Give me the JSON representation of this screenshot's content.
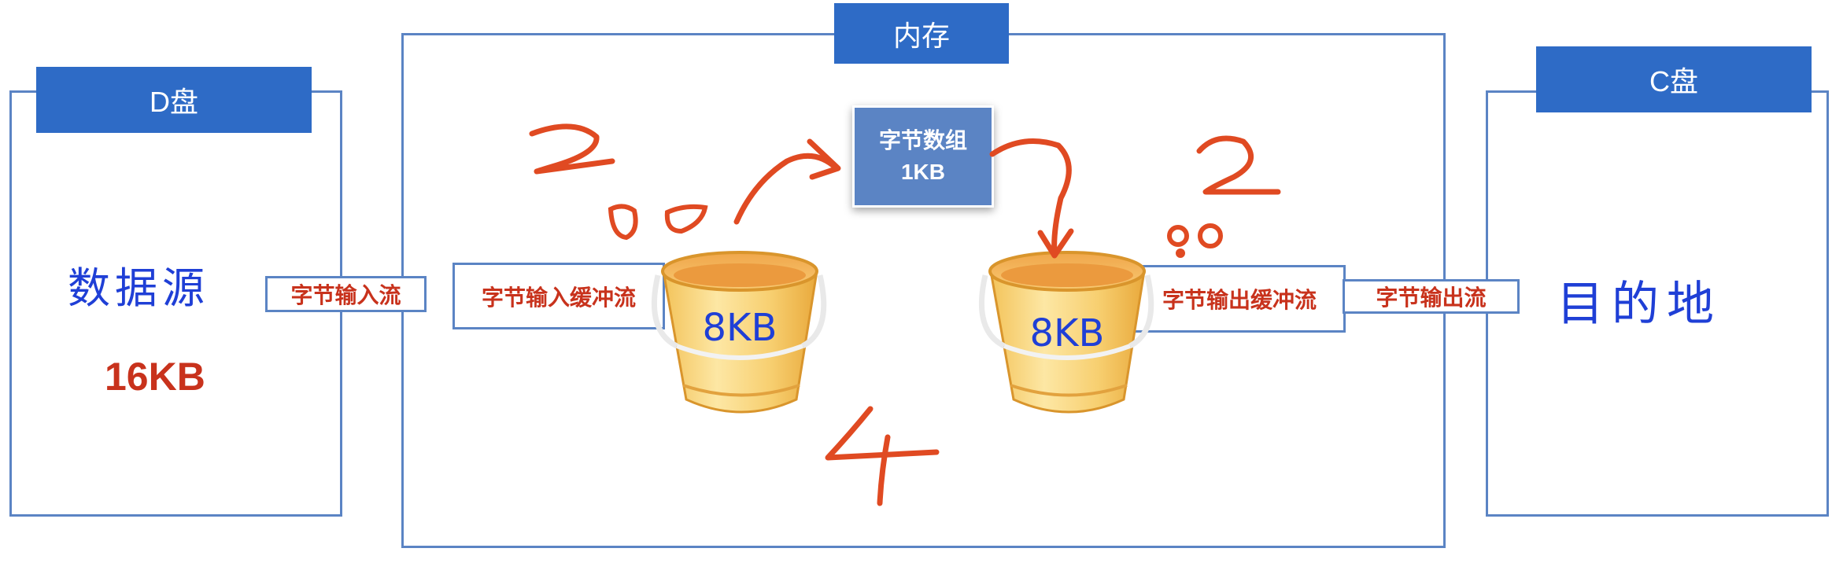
{
  "disk_d": {
    "header": "D盘",
    "source_label": "数据源",
    "size_label": "16KB"
  },
  "memory": {
    "header": "内存",
    "byte_array_line1": "字节数组",
    "byte_array_line2": "1KB"
  },
  "disk_c": {
    "header": "C盘",
    "dest_label": "目的地"
  },
  "streams": {
    "input": "字节输入流",
    "buffered_input": "字节输入缓冲流",
    "buffered_output": "字节输出缓冲流",
    "output": "字节输出流"
  },
  "buckets": {
    "input_capacity": "8KB",
    "output_capacity": "8KB"
  },
  "annotations": {
    "left_number": "2",
    "left_dots": "o o",
    "right_number": "2",
    "right_dots": "o o",
    "bottom_number": "4"
  },
  "colors": {
    "accent_blue": "#2e6bc6",
    "border_blue": "#5b84c4",
    "stream_red": "#c8321c",
    "handwriting_red": "#e04a22",
    "handwriting_blue": "#1f3fd6"
  }
}
